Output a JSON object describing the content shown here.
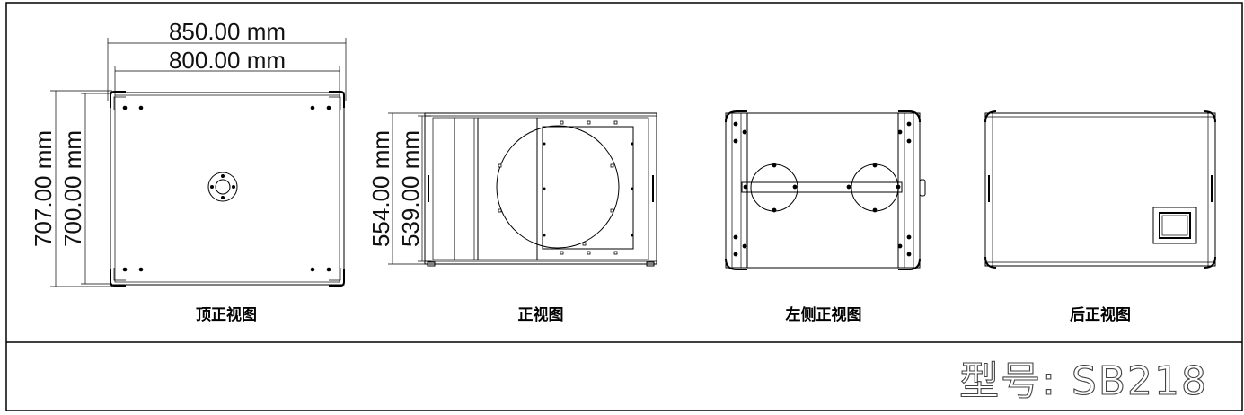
{
  "dimensions": {
    "top_outer_width": "850.00 mm",
    "top_inner_width": "800.00 mm",
    "top_outer_depth": "707.00 mm",
    "top_inner_depth": "700.00 mm",
    "front_outer_height": "554.00 mm",
    "front_inner_height": "539.00 mm"
  },
  "views": {
    "top": "顶正视图",
    "front": "正视图",
    "left_side": "左侧正视图",
    "rear": "后正视图"
  },
  "model_label": "型号: SB218"
}
